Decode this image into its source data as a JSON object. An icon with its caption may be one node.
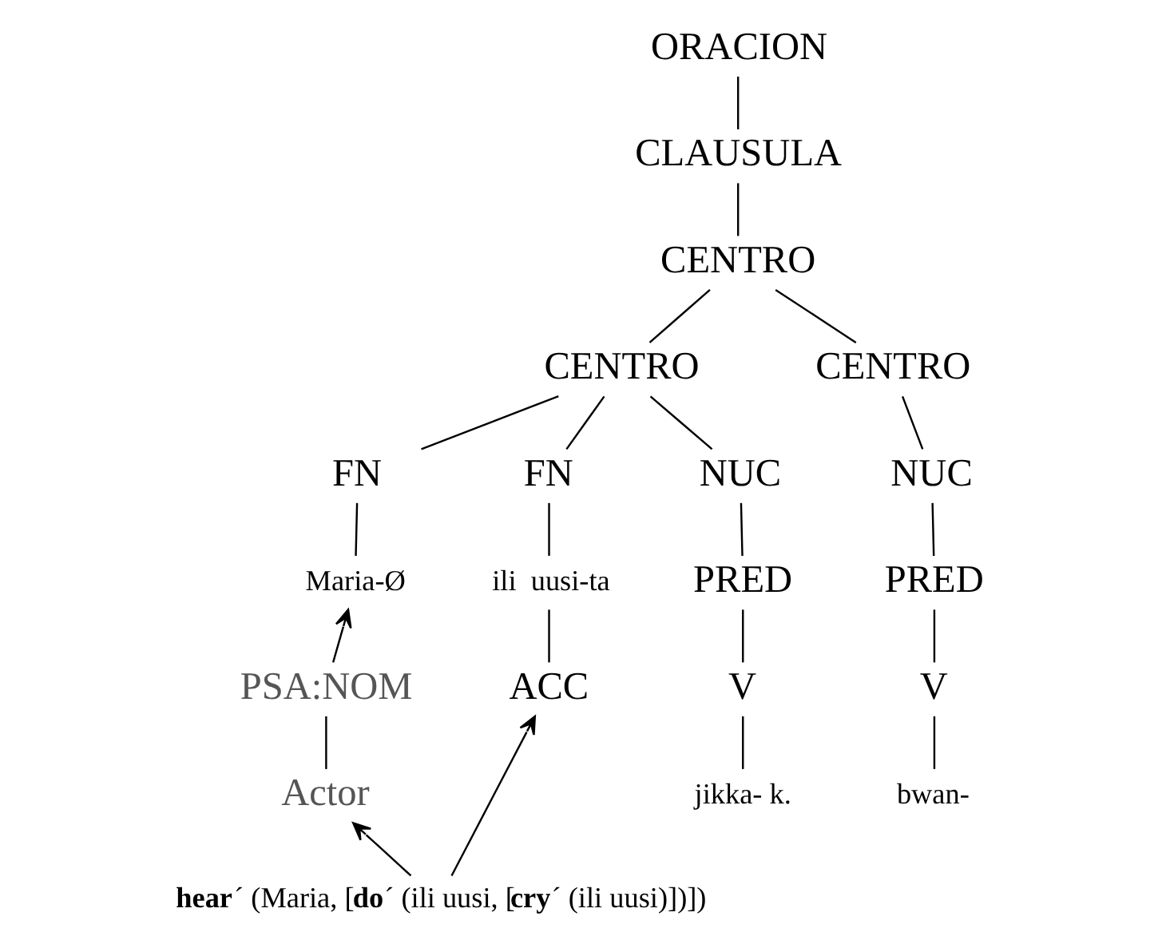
{
  "diagram": {
    "nodes": [
      {
        "text": [
          "ORACION"
        ]
      },
      {
        "text": [
          "CLAUSULA"
        ]
      },
      {
        "text": [
          "CENTRO"
        ]
      },
      {
        "text": [
          "CENTRO"
        ]
      },
      {
        "text": [
          "FN"
        ]
      },
      {
        "text": [
          "FN"
        ]
      },
      {
        "text": [
          "CENTRO"
        ]
      },
      {
        "text": [
          "NUC"
        ]
      },
      {
        "text": [
          "Maria-Ø"
        ]
      },
      {
        "text": [
          "ili  uusi-ta"
        ]
      },
      {
        "text": [
          "NUC"
        ]
      },
      {
        "text": [
          "PRED"
        ]
      },
      {
        "text": [
          "PSA:NOM"
        ]
      },
      {
        "text": [
          "ACC"
        ]
      },
      {
        "text": [
          "PRED"
        ]
      },
      {
        "text": [
          "V"
        ]
      },
      {
        "text": [
          "Actor"
        ]
      },
      {
        "text": [
          "V"
        ]
      },
      {
        "text": [
          "jikka- k."
        ]
      },
      {
        "text": [
          "bwan-"
        ]
      },
      {
        "text": [
          "**hear**´ (Maria, [**do**´ (ili uusi, [**cry**´ (ili uusi)])])"
        ]
      }
    ],
    "edges": [
      {
        "from": 0,
        "to": 1,
        "arrow": "none"
      },
      {
        "from": 1,
        "to": 2,
        "arrow": "none"
      },
      {
        "from": 2,
        "to": 3,
        "arrow": "none"
      },
      {
        "from": 2,
        "to": 6,
        "arrow": "none"
      },
      {
        "from": 3,
        "to": 4,
        "arrow": "none"
      },
      {
        "from": 3,
        "to": 5,
        "arrow": "none"
      },
      {
        "from": 3,
        "to": 7,
        "arrow": "none"
      },
      {
        "from": 4,
        "to": 8,
        "arrow": "none"
      },
      {
        "from": 5,
        "to": 9,
        "arrow": "none"
      },
      {
        "from": 6,
        "to": 10,
        "arrow": "none"
      },
      {
        "from": 7,
        "to": 11,
        "arrow": "none"
      },
      {
        "from": 12,
        "to": 8,
        "arrow": "to"
      },
      {
        "from": 9,
        "to": 13,
        "arrow": "none"
      },
      {
        "from": 10,
        "to": 14,
        "arrow": "none"
      },
      {
        "from": 11,
        "to": 15,
        "arrow": "none"
      },
      {
        "from": 12,
        "to": 16,
        "arrow": "none"
      },
      {
        "from": 14,
        "to": 17,
        "arrow": "none"
      },
      {
        "from": 15,
        "to": 18,
        "arrow": "none"
      },
      {
        "from": 17,
        "to": 19,
        "arrow": "none"
      },
      {
        "from": 20,
        "to": 16,
        "arrow": "to"
      },
      {
        "from": 20,
        "to": 13,
        "arrow": "to"
      }
    ]
  }
}
